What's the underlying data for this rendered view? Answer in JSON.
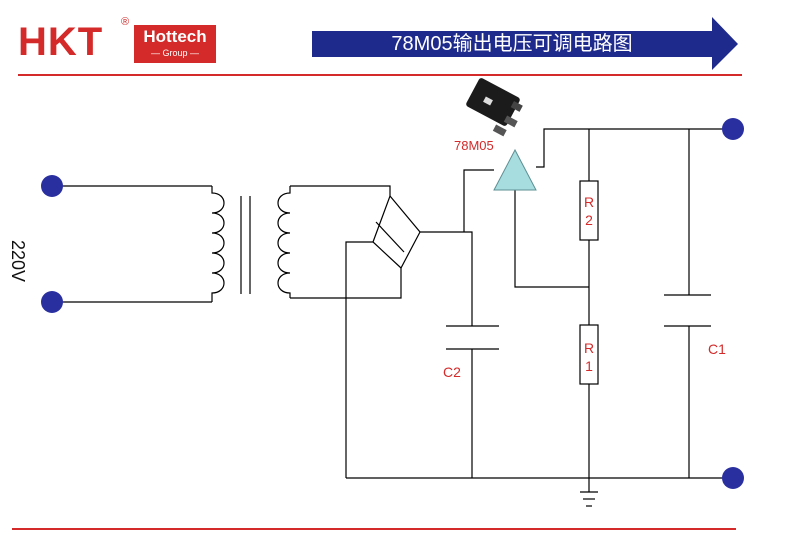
{
  "header": {
    "logo_text": "HKT",
    "logo_registered": "®",
    "company_name": "Hottech",
    "company_sub": "— Group —",
    "title": "78M05输出电压可调电路图"
  },
  "diagram": {
    "input_voltage_label": "220V",
    "regulator_label": "78M05",
    "resistor_r2_label": "R\n2",
    "resistor_r1_label": "R\n1",
    "capacitor_c1_label": "C1",
    "capacitor_c2_label": "C2"
  },
  "colors": {
    "brand_red": "#d42a2a",
    "banner_blue": "#1e2a8c",
    "terminal_blue": "#2a2fa0",
    "regulator_fill": "#a8dde0"
  }
}
